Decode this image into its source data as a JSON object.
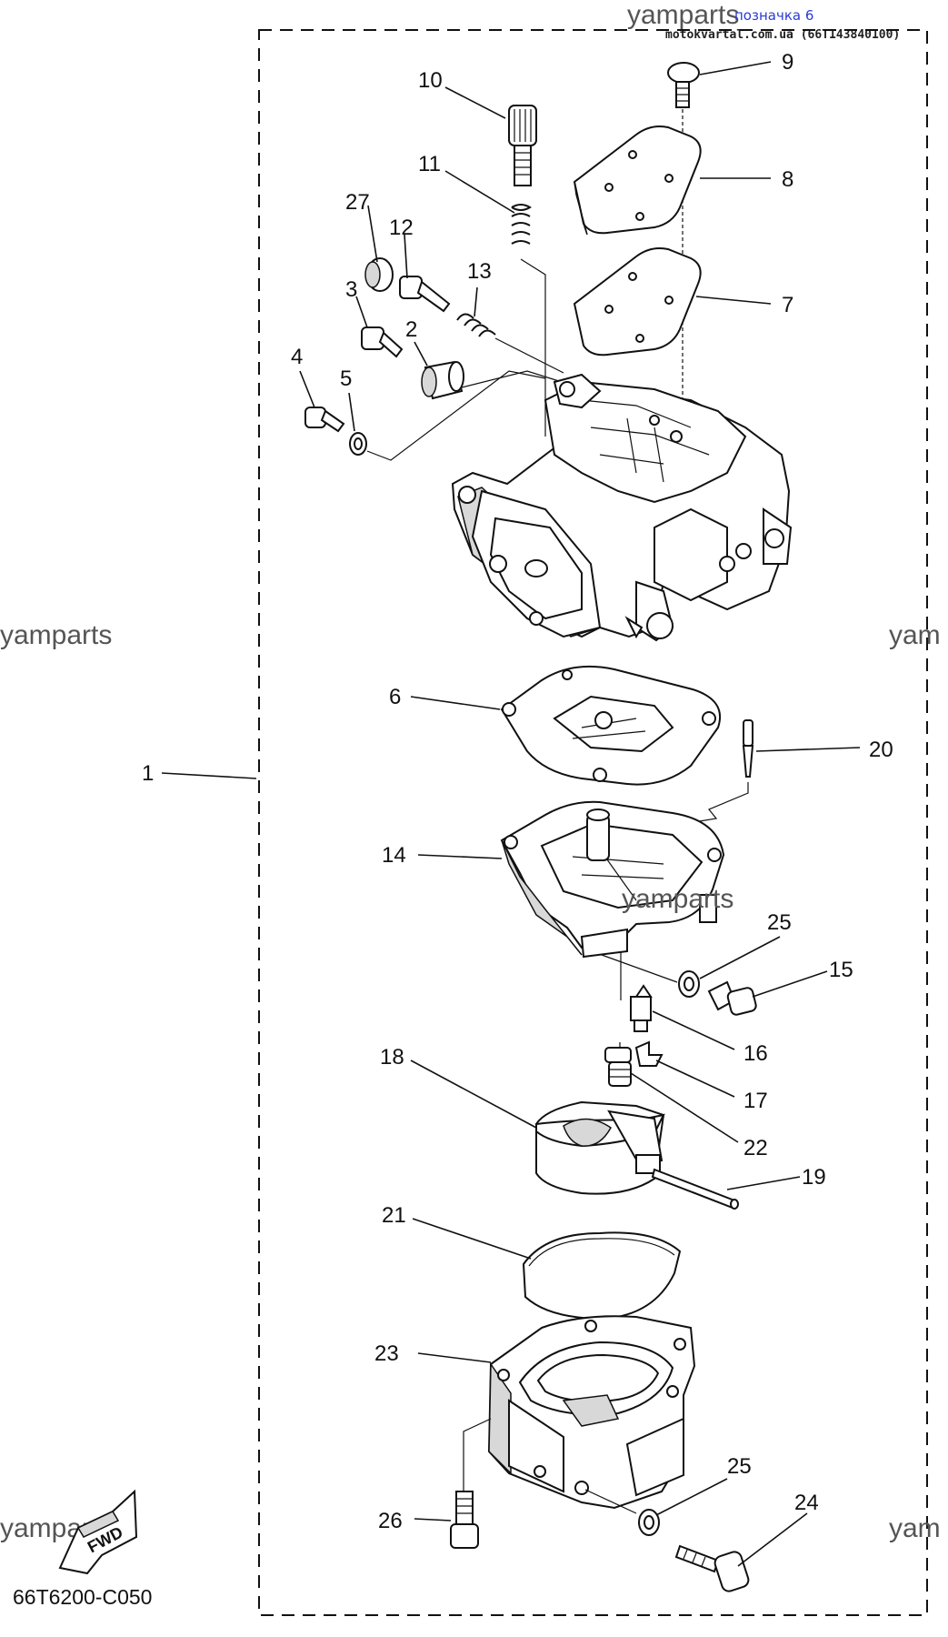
{
  "header": {
    "watermark_top": "yamparts",
    "label_blue": "позначка 6",
    "site_line": "motokvartal.com.ua (66T143840100)"
  },
  "watermarks": {
    "left_mid": "yamparts",
    "right_mid": "yam",
    "center": "yamparts",
    "left_bottom": "yamparts",
    "right_bottom": "yam"
  },
  "callouts": {
    "c1": "1",
    "c2": "2",
    "c3": "3",
    "c4": "4",
    "c5": "5",
    "c6": "6",
    "c7": "7",
    "c8": "8",
    "c9": "9",
    "c10": "10",
    "c11": "11",
    "c12": "12",
    "c13": "13",
    "c14": "14",
    "c15": "15",
    "c16": "16",
    "c17": "17",
    "c18": "18",
    "c19": "19",
    "c20": "20",
    "c21": "21",
    "c22": "22",
    "c23": "23",
    "c24": "24",
    "c25a": "25",
    "c25b": "25",
    "c26": "26",
    "c27": "27"
  },
  "footer": {
    "diagram_code": "66T6200-C050",
    "fwd_badge": "FWD"
  },
  "icons": {
    "fwd": "fwd-arrow-icon"
  }
}
